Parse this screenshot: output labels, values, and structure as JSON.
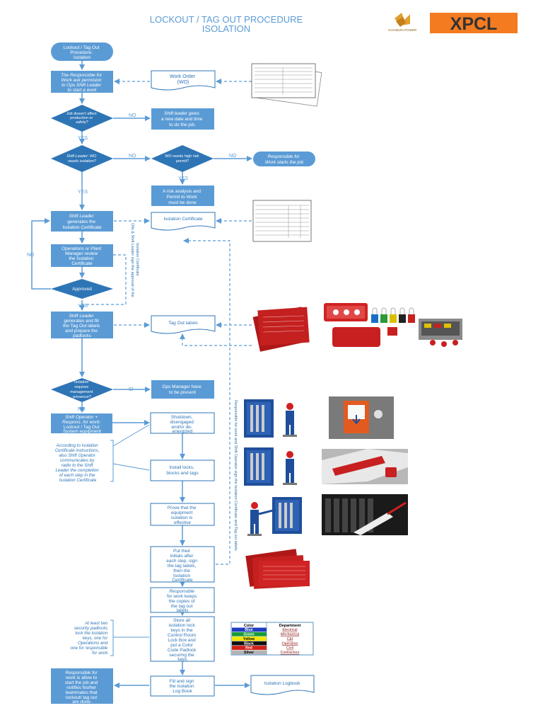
{
  "header": {
    "title_line1": "LOCKOUT / TAG OUT PROCEDURE",
    "title_line2": "ISOLATION",
    "logo_text": "XPCL",
    "partner_logo_text": "XAYABURI POWER"
  },
  "nodes": {
    "start": [
      "Lockout / Tag Out",
      "Procedure:",
      "Isolation"
    ],
    "ask_permission": [
      "The Responsible for",
      "Work ask permision",
      "to Ops Shift Leader",
      "to start a work"
    ],
    "work_order": [
      "Work Order",
      "(WO)"
    ],
    "affect_production": [
      "Job doesn't affect",
      "production or",
      "safety?"
    ],
    "new_date": [
      "Shift leader gives",
      "a new date and time",
      "to do the job."
    ],
    "wo_isolation": [
      "Shift Leader: WO",
      "needs isolation?"
    ],
    "high_risk": [
      "WO needs high risk",
      "permit?"
    ],
    "starts_job": [
      "Responsible for",
      "Work starts the job"
    ],
    "risk_analysis": [
      "A risk analysis and",
      "Permit to Work",
      "must be done"
    ],
    "generates_cert": [
      "Shift Leader",
      "generates the",
      "Isolation Certificate"
    ],
    "isolation_cert": [
      "Isolation Certificate"
    ],
    "ops_review": [
      "Operations or Plant",
      "Manager review",
      "the Isolation",
      "Certificate"
    ],
    "approved": [
      "Approved"
    ],
    "generates_tags": [
      "Shift Leader",
      "generates and fill",
      "the Tag Out labels",
      "and prepare the",
      "padlocks"
    ],
    "tag_labels": [
      "Tag Out labels"
    ],
    "mgmt_presence": [
      "Isolation",
      "requires",
      "management",
      "presence?"
    ],
    "ops_manager": [
      "Ops Manager have",
      "to be present"
    ],
    "shift_operator": [
      "Shift Operator +",
      "Respons. for work:",
      "Lockout / Tag Out",
      "System equipment"
    ],
    "shutdown": [
      "Shutdown,",
      "disengaged",
      "and/or de-",
      "energized"
    ],
    "install_locks": [
      "Install locks,",
      "blocks and tags"
    ],
    "prove": [
      "Prove that the",
      "equipment",
      "isolation is",
      "effective"
    ],
    "put_initials": [
      "Put their",
      "initials after",
      "each step, sign",
      "the tag labels,",
      "then the",
      "Isolation",
      "Certificate"
    ],
    "keeps_copies": [
      "Responsible",
      "for work keeps",
      "the copies of",
      "the tag out",
      "labels"
    ],
    "store_keys": [
      "Store all",
      "isolation lock",
      "keys in the",
      "Control Room",
      "Lock Box and",
      "put a Color",
      "Code Padlock",
      "securing the",
      "keys"
    ],
    "fill_logbook": [
      "Fill and sign",
      "the Isolation",
      "Log Book"
    ],
    "isolation_logbook": [
      "Isolation Logbook"
    ],
    "allowed_start": [
      "Responsible for",
      "work is allow to",
      "start the job and",
      "notifies his/her",
      "teammates that",
      "lockout/ tag out",
      "are done."
    ]
  },
  "labels": {
    "no": "NO",
    "yes": "YES",
    "si": "SI"
  },
  "notes": {
    "instructions": [
      "According to Isolation",
      "Certificate instructions,",
      "also Shift Operator",
      "communicates by",
      "radio to the Shift",
      "Leader the completion",
      "of each step in the",
      "Isolation Certificate"
    ],
    "padlocks": [
      "At least two",
      "security padlocks",
      "lock the isolation",
      "keys, one for",
      "Operations and",
      "one for responsible",
      "for work."
    ],
    "vertical_left": [
      "Ofis & Shift Leader sign the approval of the",
      "Isolation Certificate"
    ],
    "vertical_right": "Responsible for work and Shift Operator sign the Isolation Certificate and Tag out labels"
  },
  "legend": {
    "header": [
      "Color",
      "Department"
    ],
    "rows": [
      {
        "color": "Blue",
        "department": "Electrical",
        "swatch": "#1f3fbf",
        "text": "#ffffff"
      },
      {
        "color": "Green",
        "department": "Mechanical",
        "swatch": "#1a9a3a",
        "text": "#ffffff"
      },
      {
        "color": "Yellow",
        "department": "C&I",
        "swatch": "#f2e600",
        "text": "#000000"
      },
      {
        "color": "Black",
        "department": "Operation",
        "swatch": "#111111",
        "text": "#ffffff"
      },
      {
        "color": "Red",
        "department": "Civil",
        "swatch": "#d4201a",
        "text": "#ffffff"
      },
      {
        "color": "Silver",
        "department": "Contractors",
        "swatch": "#b4b4b4",
        "text": "#000000"
      }
    ]
  },
  "colors": {
    "box_fill": "#5b9bd5",
    "title": "#5b9bd5",
    "outline": "#2e75b6",
    "note_text": "#2e75b6",
    "logo_bg": "#f47b20",
    "logo_text": "#333333"
  }
}
